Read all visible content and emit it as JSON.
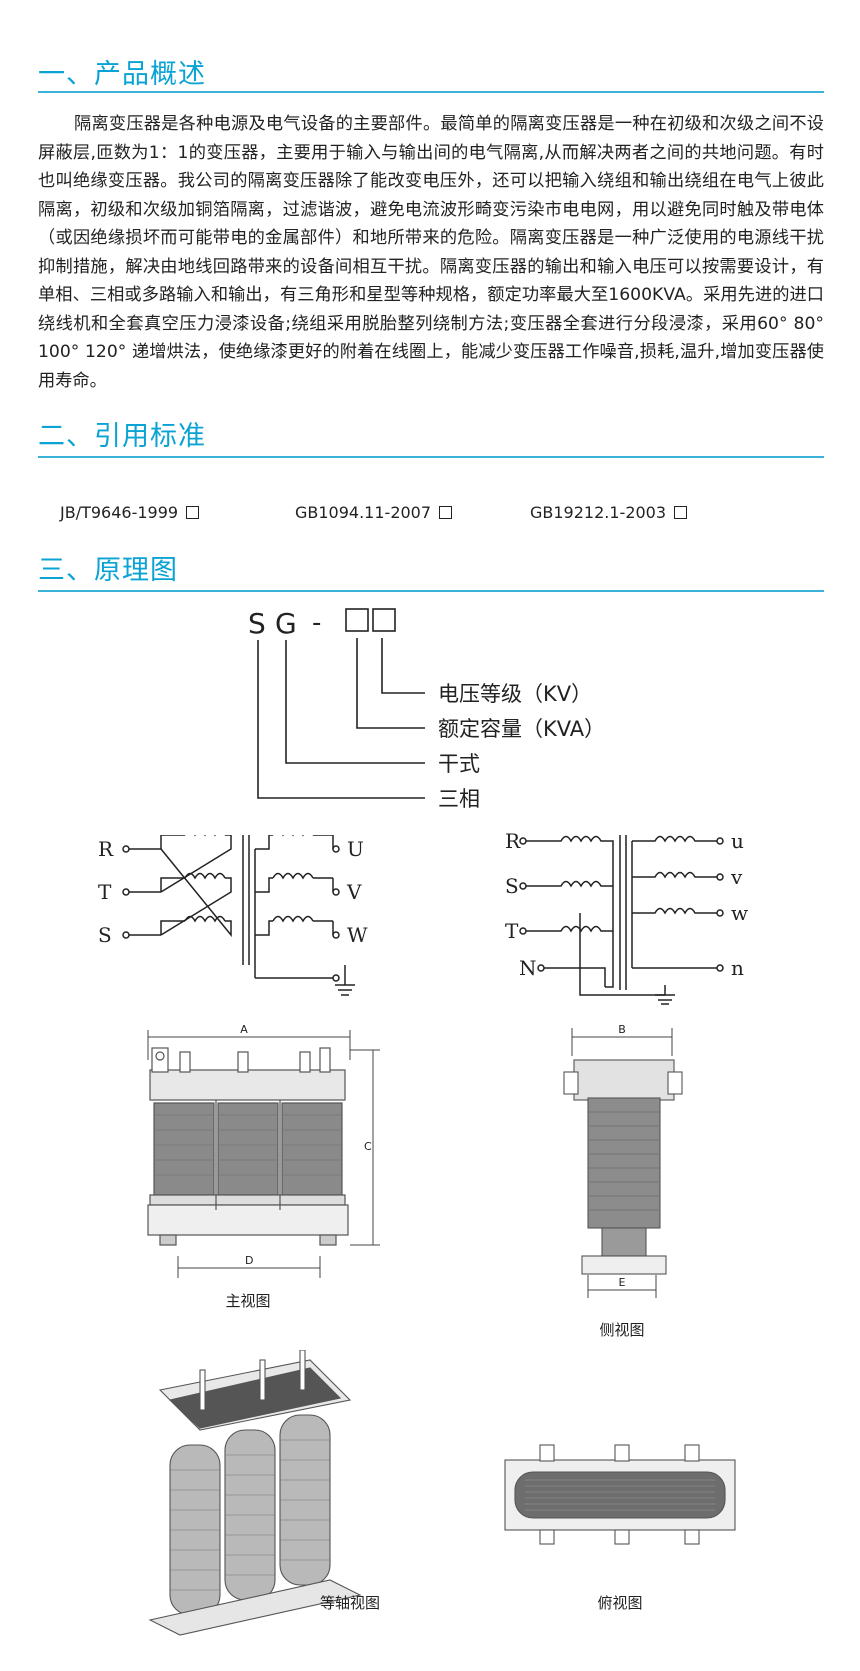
{
  "sections": {
    "overview": {
      "title": "一、产品概述",
      "paragraph": "隔离变压器是各种电源及电气设备的主要部件。最简单的隔离变压器是一种在初级和次级之间不设屏蔽层,匝数为1：1的变压器，主要用于输入与输出间的电气隔离,从而解决两者之间的共地问题。有时也叫绝缘变压器。我公司的隔离变压器除了能改变电压外，还可以把输入绕组和输出绕组在电气上彼此隔离，初级和次级加铜箔隔离，过滤谐波，避免电流波形畸变污染市电电网，用以避免同时触及带电体（或因绝缘损坏而可能带电的金属部件）和地所带来的危险。隔离变压器是一种广泛使用的电源线干扰抑制措施，解决由地线回路带来的设备间相互干扰。隔离变压器的输出和输入电压可以按需要设计，有单相、三相或多路输入和输出，有三角形和星型等种规格，额定功率最大至1600KVA。采用先进的进口绕线机和全套真空压力浸漆设备;绕组采用脱胎整列绕制方法;变压器全套进行分段浸漆，采用60° 80° 100° 120° 递增烘法，使绝缘漆更好的附着在线圈上，能减少变压器工作噪音,损耗,温升,增加变压器使用寿命。"
    },
    "standards": {
      "title": "二、引用标准",
      "items": [
        "JB/T9646-1999",
        "GB1094.11-2007",
        "GB19212.1-2003"
      ]
    },
    "principle": {
      "title": "三、原理图",
      "model_code": {
        "s": "S",
        "g": "G",
        "dash": "-"
      },
      "model_legend": [
        "电压等级（KV）",
        "额定容量（KVA）",
        "干式",
        "三相"
      ],
      "left_circuit": {
        "inputs": [
          "R",
          "T",
          "S"
        ],
        "outputs": [
          "U",
          "V",
          "W"
        ]
      },
      "right_circuit": {
        "inputs": [
          "R",
          "S",
          "T",
          "N"
        ],
        "outputs": [
          "u",
          "v",
          "w",
          "n"
        ]
      },
      "dimension_labels": {
        "a": "A",
        "b": "B",
        "c": "C",
        "d": "D",
        "e": "E"
      },
      "view_captions": {
        "front": "主视图",
        "side": "侧视图",
        "iso": "等轴视图",
        "top": "俯视图"
      }
    }
  },
  "colors": {
    "accent": "#0aa3d4",
    "rule": "#3db2d8"
  }
}
